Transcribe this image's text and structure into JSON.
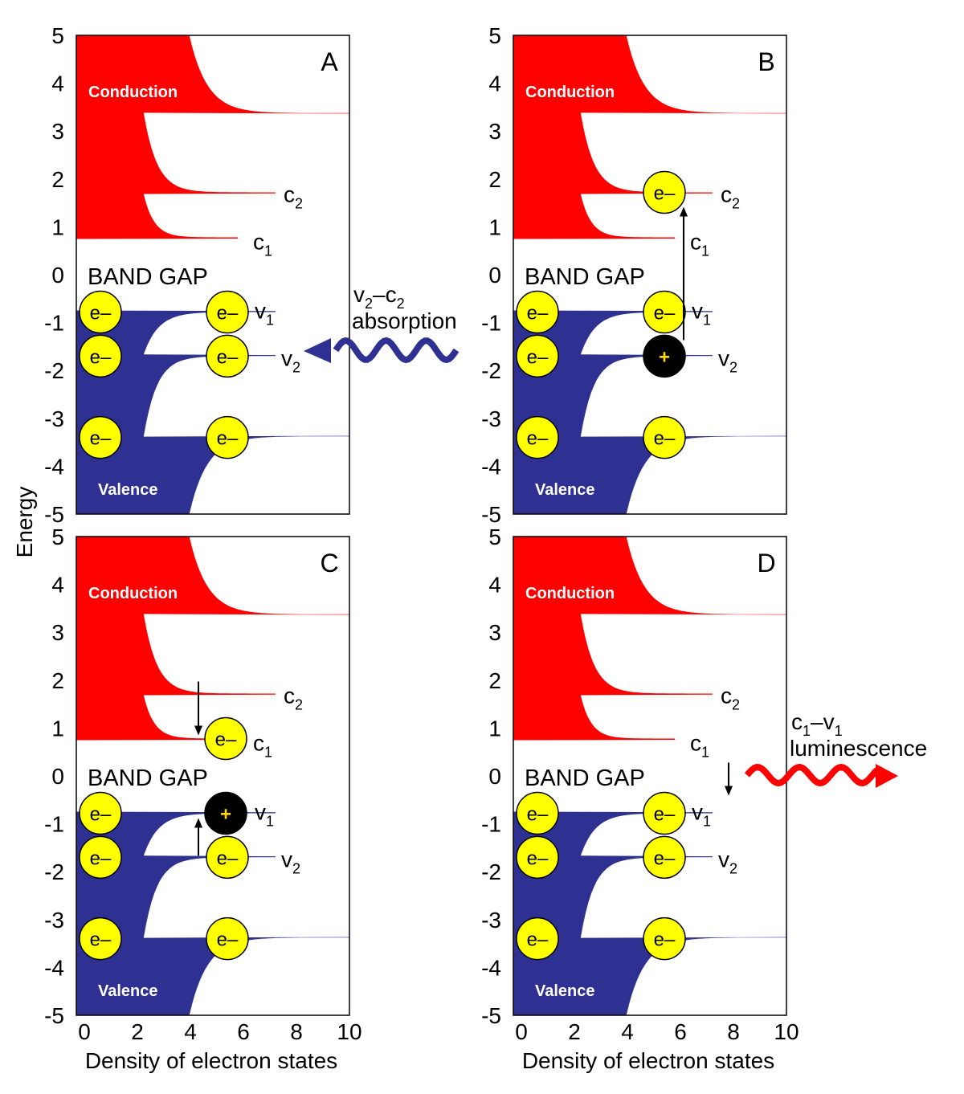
{
  "axes": {
    "ylabel": "Energy",
    "xlabel": "Density of electron states",
    "y_ticks": [
      "5",
      "4",
      "3",
      "2",
      "1",
      "0",
      "-1",
      "-2",
      "-3",
      "-4",
      "-5"
    ],
    "x_ticks": [
      "0",
      "2",
      "4",
      "6",
      "8",
      "10"
    ]
  },
  "colors": {
    "conduction": "#ff0000",
    "valence": "#2e3192",
    "electron": "#ffff00",
    "hole": "#000000",
    "absorption_arrow": "#2e3192",
    "luminescence_arrow": "#ff0000"
  },
  "labels": {
    "conduction": "Conduction",
    "valence": "Valence",
    "band_gap": "BAND GAP",
    "electron": "e–",
    "hole": "+",
    "c": "c",
    "v": "v",
    "sub1": "1",
    "sub2": "2"
  },
  "panels": [
    {
      "letter": "A"
    },
    {
      "letter": "B"
    },
    {
      "letter": "C"
    },
    {
      "letter": "D"
    }
  ],
  "annotations": {
    "absorption": {
      "l1a": "v",
      "s1": "2",
      "dash": "–",
      "l1b": "c",
      "s2": "2",
      "line2": "absorption"
    },
    "luminescence": {
      "l1a": "c",
      "s1": "1",
      "dash": "–",
      "l1b": "v",
      "s2": "1",
      "line2": "luminescence"
    }
  }
}
